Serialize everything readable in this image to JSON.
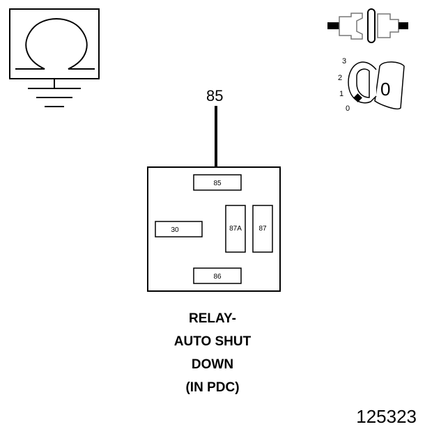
{
  "probe_label": "85",
  "key_positions": [
    "3",
    "2",
    "1",
    "0"
  ],
  "key_value": "0",
  "relay_terminals": {
    "top": "85",
    "left": "30",
    "middle": "87A",
    "right": "87",
    "bottom": "86"
  },
  "caption_lines": [
    "RELAY-",
    "AUTO SHUT",
    "DOWN",
    "(IN PDC)"
  ],
  "figure_number": "125323"
}
